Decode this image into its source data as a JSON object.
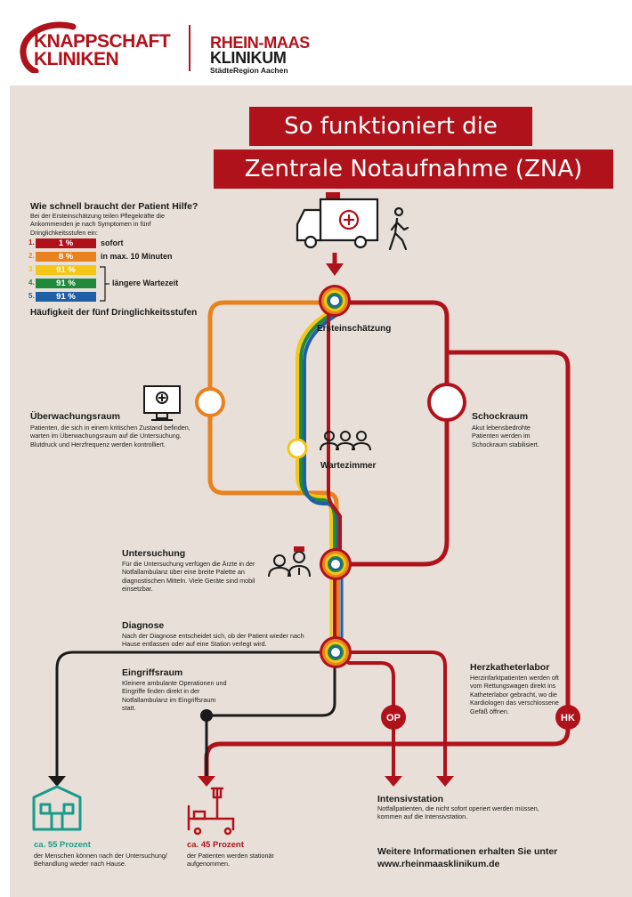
{
  "header": {
    "logo1_line1": "KNAPPSCHAFT",
    "logo1_line2": "KLINIKEN",
    "logo2_line1": "RHEIN-MAAS",
    "logo2_line2": "KLINIKUM",
    "logo2_sub": "StädteRegion Aachen"
  },
  "title": {
    "line1": "So funktioniert die",
    "line2": "Zentrale Notaufnahme (ZNA)"
  },
  "urgency": {
    "heading": "Wie schnell braucht der Patient Hilfe?",
    "intro": "Bei der Ersteinschätzung teilen Pflegekräfte die Ankommenden je nach Symptomen in fünf Dringlichkeitsstufen ein:",
    "levels": [
      {
        "num": "1.",
        "value": "1 %",
        "color": "#b0121b"
      },
      {
        "num": "2.",
        "value": "8 %",
        "color": "#e8821e"
      },
      {
        "num": "3.",
        "value": "91 %",
        "color": "#f5c518"
      },
      {
        "num": "4.",
        "value": "91 %",
        "color": "#1f8a3a"
      },
      {
        "num": "5.",
        "value": "91 %",
        "color": "#1f5fa6"
      }
    ],
    "label_sofort": "sofort",
    "label_10min": "in max. 10 Minuten",
    "label_longer": "längere Wartezeit",
    "footer": "Häufigkeit der fünf Dringlichkeitsstufen"
  },
  "stations": {
    "ersteinschaetzung": "Ersteinschätzung",
    "wartezimmer": "Wartezimmer",
    "ueberwachung_title": "Überwachungsraum",
    "ueberwachung_text": "Patienten, die sich in einem kritischen Zustand befinden, warten im Überwachungsraum auf die Untersuchung. Blutdruck und Herzfrequenz werden kontrolliert.",
    "schockraum_title": "Schockraum",
    "schockraum_text": "Akut lebensbedrohte Patienten werden im Schockraum stabilisiert.",
    "untersuchung_title": "Untersuchung",
    "untersuchung_text": "Für die Untersuchung verfügen die Ärzte in der Notfallambulanz über eine breite Palette an diagnostischen Mitteln. Viele Geräte sind mobil einsetzbar.",
    "diagnose_title": "Diagnose",
    "diagnose_text": "Nach der Diagnose entscheidet sich, ob der Patient wieder nach Hause entlassen oder auf eine Station verlegt wird.",
    "eingriff_title": "Eingriffsraum",
    "eingriff_text": "Kleinere ambulante Operationen und Eingriffe finden direkt in der Notfallambulanz im Eingriffsraum statt.",
    "herz_title": "Herzkatheterlabor",
    "herz_text": "Herzinfarktpatienten werden oft vom Rettungswagen direkt ins Katheterlabor gebracht, wo die Kardiologen das verschlossene Gefäß öffnen.",
    "op_badge": "OP",
    "hk_badge": "HK",
    "intensiv_title": "Intensivstation",
    "intensiv_text": "Notfallpatienten, die nicht sofort operiert werden müssen, kommen auf die Intensivstation."
  },
  "outcomes": {
    "home_pct": "ca. 55 Prozent",
    "home_text": "der Menschen können nach der Untersuchung/ Behandlung wieder nach Hause.",
    "ward_pct": "ca. 45 Prozent",
    "ward_text": "der Patienten werden stationär aufgenommen."
  },
  "more_info": {
    "line1": "Weitere Informationen erhalten Sie unter",
    "line2": "www.rheinmaasklinikum.de"
  },
  "colors": {
    "red": "#b0121b",
    "orange": "#e8821e",
    "yellow": "#f5c518",
    "green": "#1f8a3a",
    "blue": "#1f5fa6",
    "teal": "#1a9a8a",
    "background": "#e8e0d8"
  },
  "icons": [
    "ambulance-icon",
    "walking-person-icon",
    "monitor-icon",
    "people-group-icon",
    "doctor-patient-icon",
    "house-icon",
    "hospital-bed-icon"
  ]
}
